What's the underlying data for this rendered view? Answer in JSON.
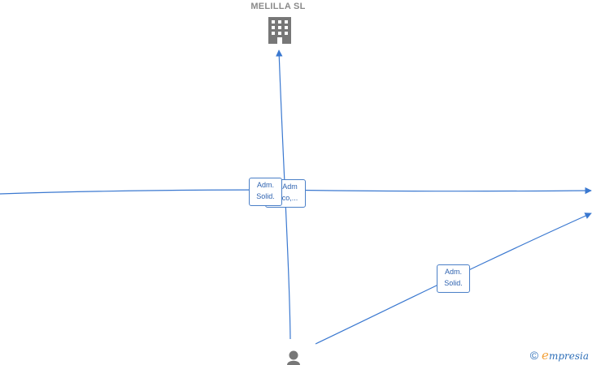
{
  "nodes": {
    "company": {
      "name": "MELILLA SL",
      "icon": "building-icon"
    },
    "person": {
      "icon": "person-icon"
    }
  },
  "edge_labels": {
    "solid_left": {
      "line1": "Adm.",
      "line2": "Solid."
    },
    "hidden_center": {
      "line1": "Adm",
      "line2": "co,..."
    },
    "solid_right": {
      "line1": "Adm.",
      "line2": "Solid."
    }
  },
  "watermark": {
    "copyright": "©",
    "brand_initial": "e",
    "brand_rest": "mpresia"
  },
  "colors": {
    "edge": "#3a78d0",
    "icon": "#777777",
    "label_text": "#2f63b0",
    "brand_orange": "#f2a13a"
  }
}
